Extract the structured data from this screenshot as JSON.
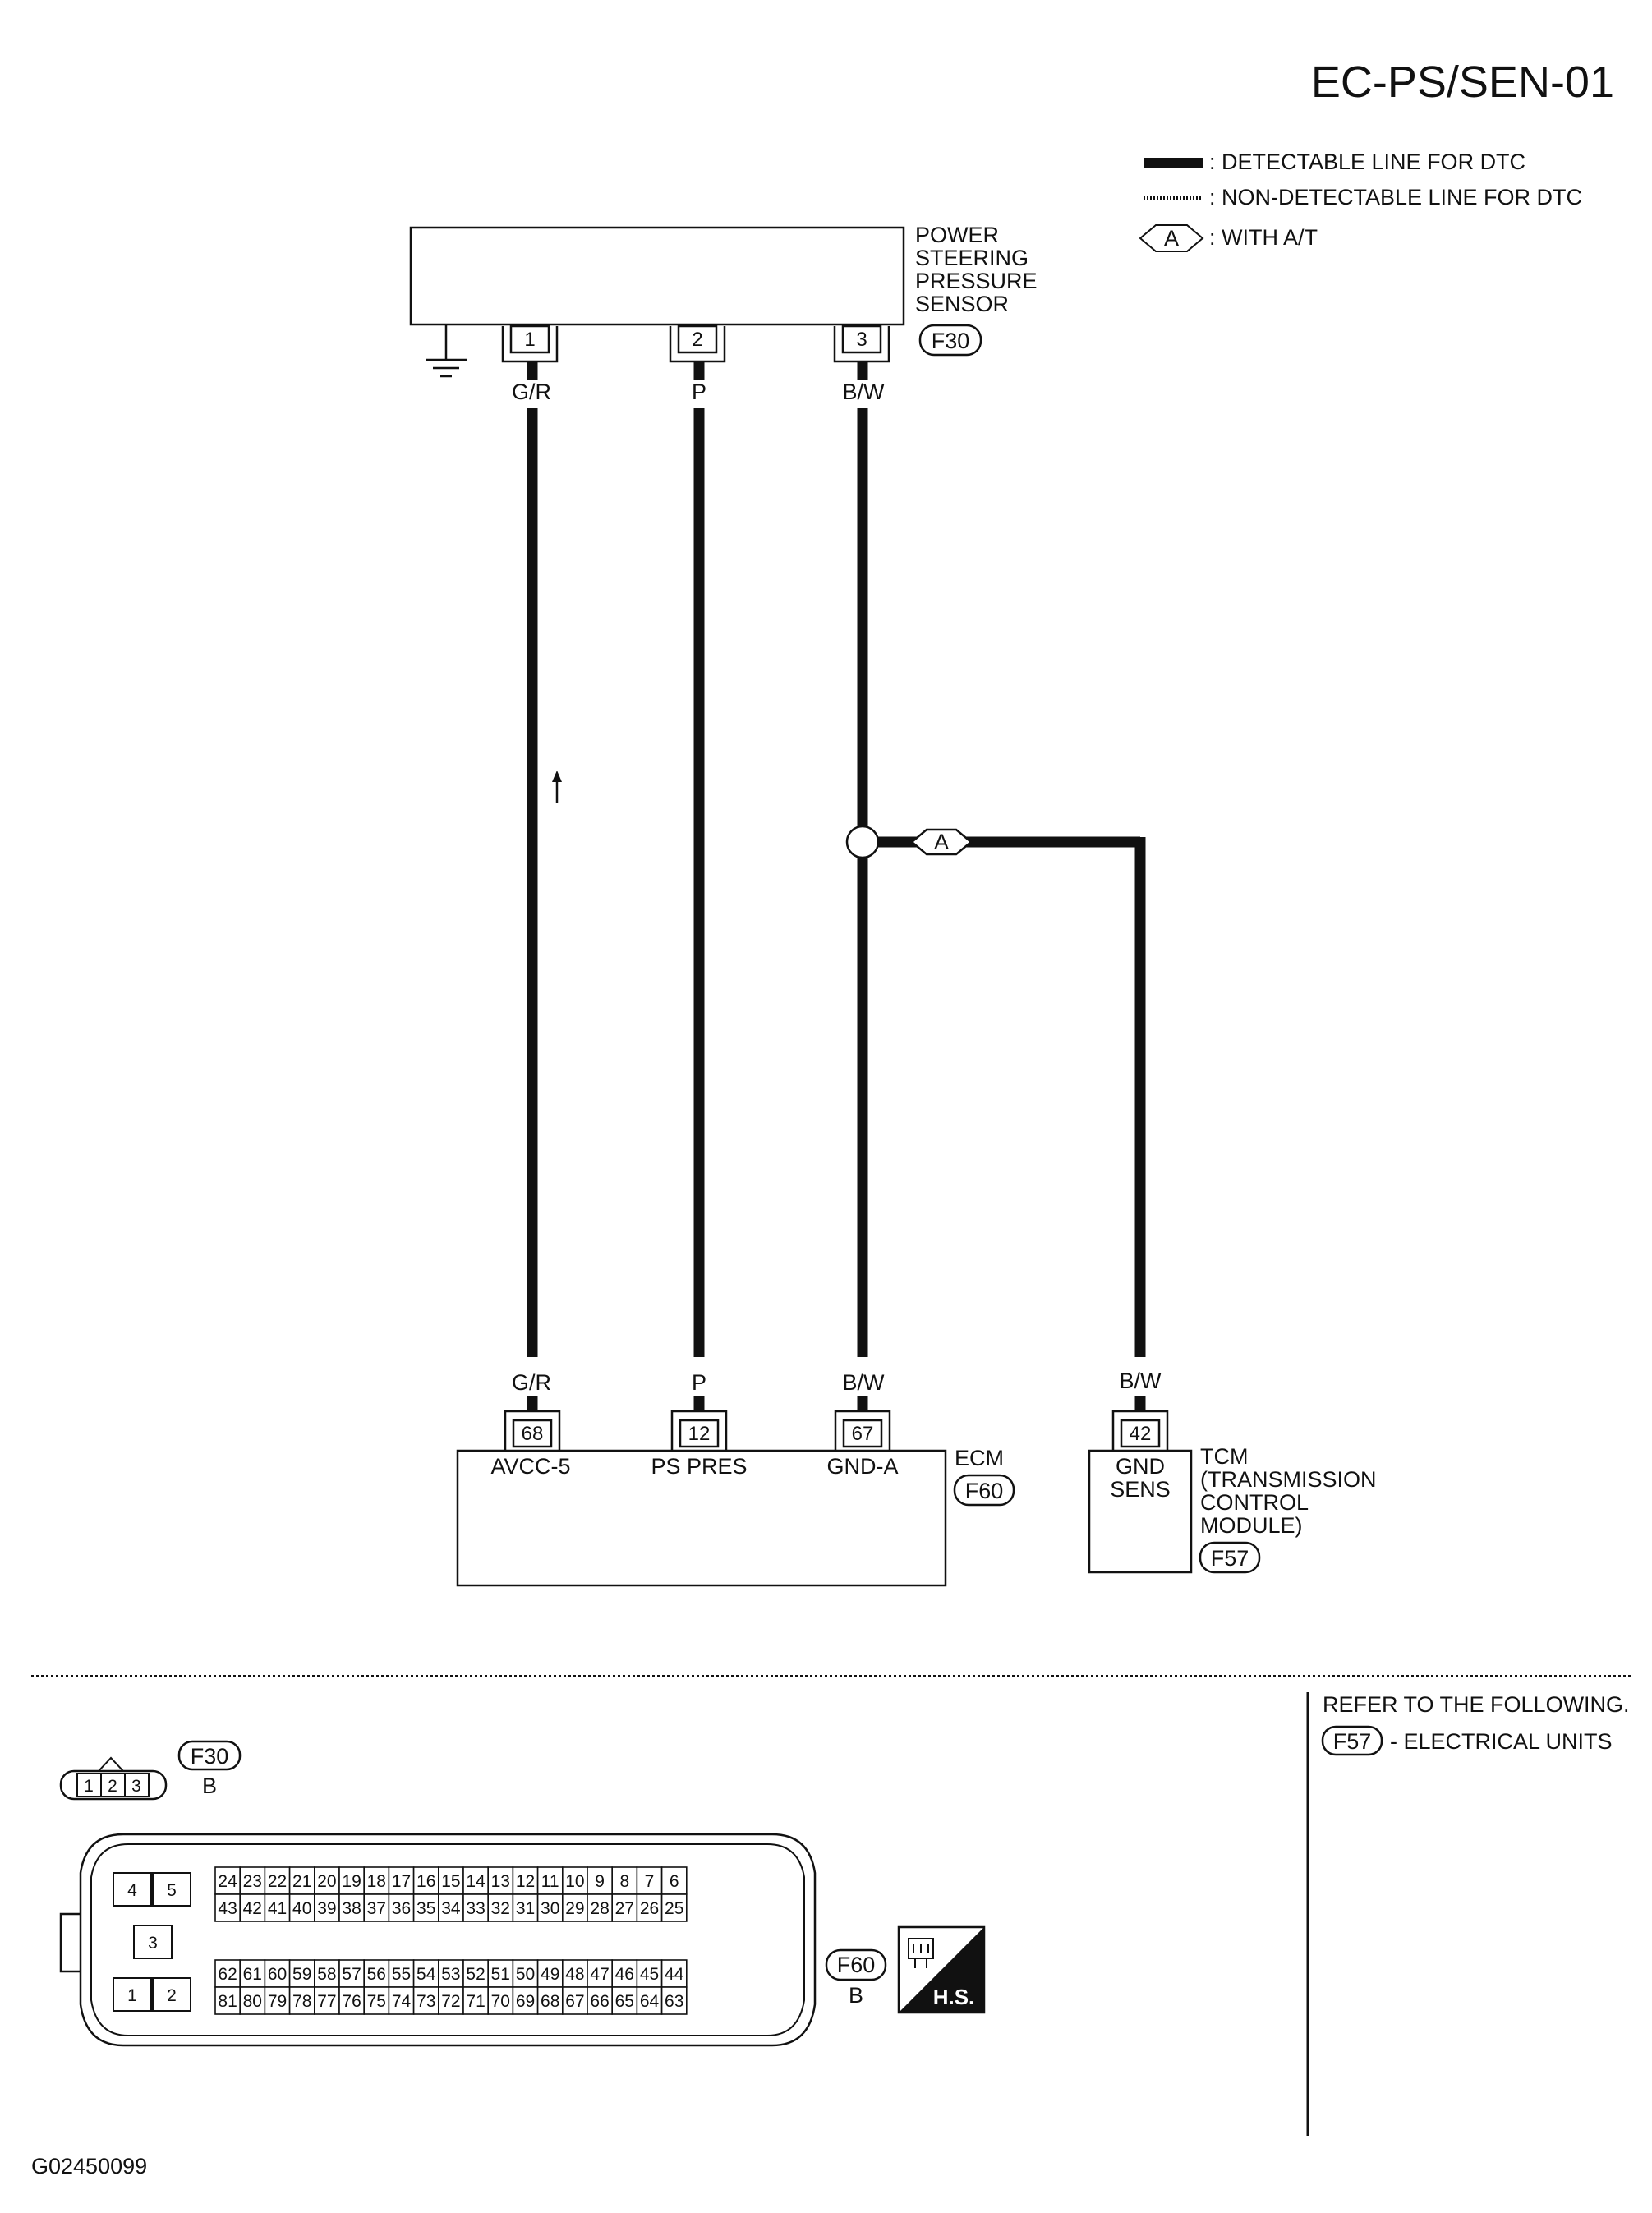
{
  "diagram": {
    "title": "EC-PS/SEN-01",
    "figure_code": "G02450099",
    "legend": {
      "detectable": ": DETECTABLE LINE FOR DTC",
      "non_detectable": ": NON-DETECTABLE LINE FOR DTC",
      "option_letter": "A",
      "option_text": ": WITH A/T"
    },
    "sensor": {
      "name_lines": [
        "POWER",
        "STEERING",
        "PRESSURE",
        "SENSOR"
      ],
      "connector": "F30",
      "pins": [
        "1",
        "2",
        "3"
      ],
      "wire_colors": [
        "G/R",
        "P",
        "B/W"
      ]
    },
    "ecm": {
      "name": "ECM",
      "connector": "F60",
      "pins": [
        "68",
        "12",
        "67"
      ],
      "pin_labels": [
        "AVCC-5",
        "PS PRES",
        "GND-A"
      ],
      "wire_colors": [
        "G/R",
        "P",
        "B/W"
      ]
    },
    "tcm": {
      "name_lines": [
        "TCM",
        "(TRANSMISSION",
        "CONTROL",
        "MODULE)"
      ],
      "connector": "F57",
      "pin": "42",
      "pin_label_lines": [
        "GND",
        "SENS"
      ],
      "wire_color": "B/W"
    },
    "refer": {
      "heading": "REFER TO THE FOLLOWING.",
      "connector": "F57",
      "text": "- ELECTRICAL UNITS"
    },
    "connector_views": {
      "f30": {
        "id": "F30",
        "color": "B",
        "pins": [
          "1",
          "2",
          "3"
        ]
      },
      "f60": {
        "id": "F60",
        "color": "B",
        "aux_pins": [
          "4",
          "5",
          "3",
          "1",
          "2"
        ],
        "rows": [
          [
            "24",
            "23",
            "22",
            "21",
            "20",
            "19",
            "18",
            "17",
            "16",
            "15",
            "14",
            "13",
            "12",
            "11",
            "10",
            "9",
            "8",
            "7",
            "6"
          ],
          [
            "43",
            "42",
            "41",
            "40",
            "39",
            "38",
            "37",
            "36",
            "35",
            "34",
            "33",
            "32",
            "31",
            "30",
            "29",
            "28",
            "27",
            "26",
            "25"
          ],
          [
            "62",
            "61",
            "60",
            "59",
            "58",
            "57",
            "56",
            "55",
            "54",
            "53",
            "52",
            "51",
            "50",
            "49",
            "48",
            "47",
            "46",
            "45",
            "44"
          ],
          [
            "81",
            "80",
            "79",
            "78",
            "77",
            "76",
            "75",
            "74",
            "73",
            "72",
            "71",
            "70",
            "69",
            "68",
            "67",
            "66",
            "65",
            "64",
            "63"
          ]
        ]
      },
      "hs_badge": "H.S."
    },
    "colors": {
      "ink": "#111111",
      "paper": "#ffffff"
    }
  }
}
